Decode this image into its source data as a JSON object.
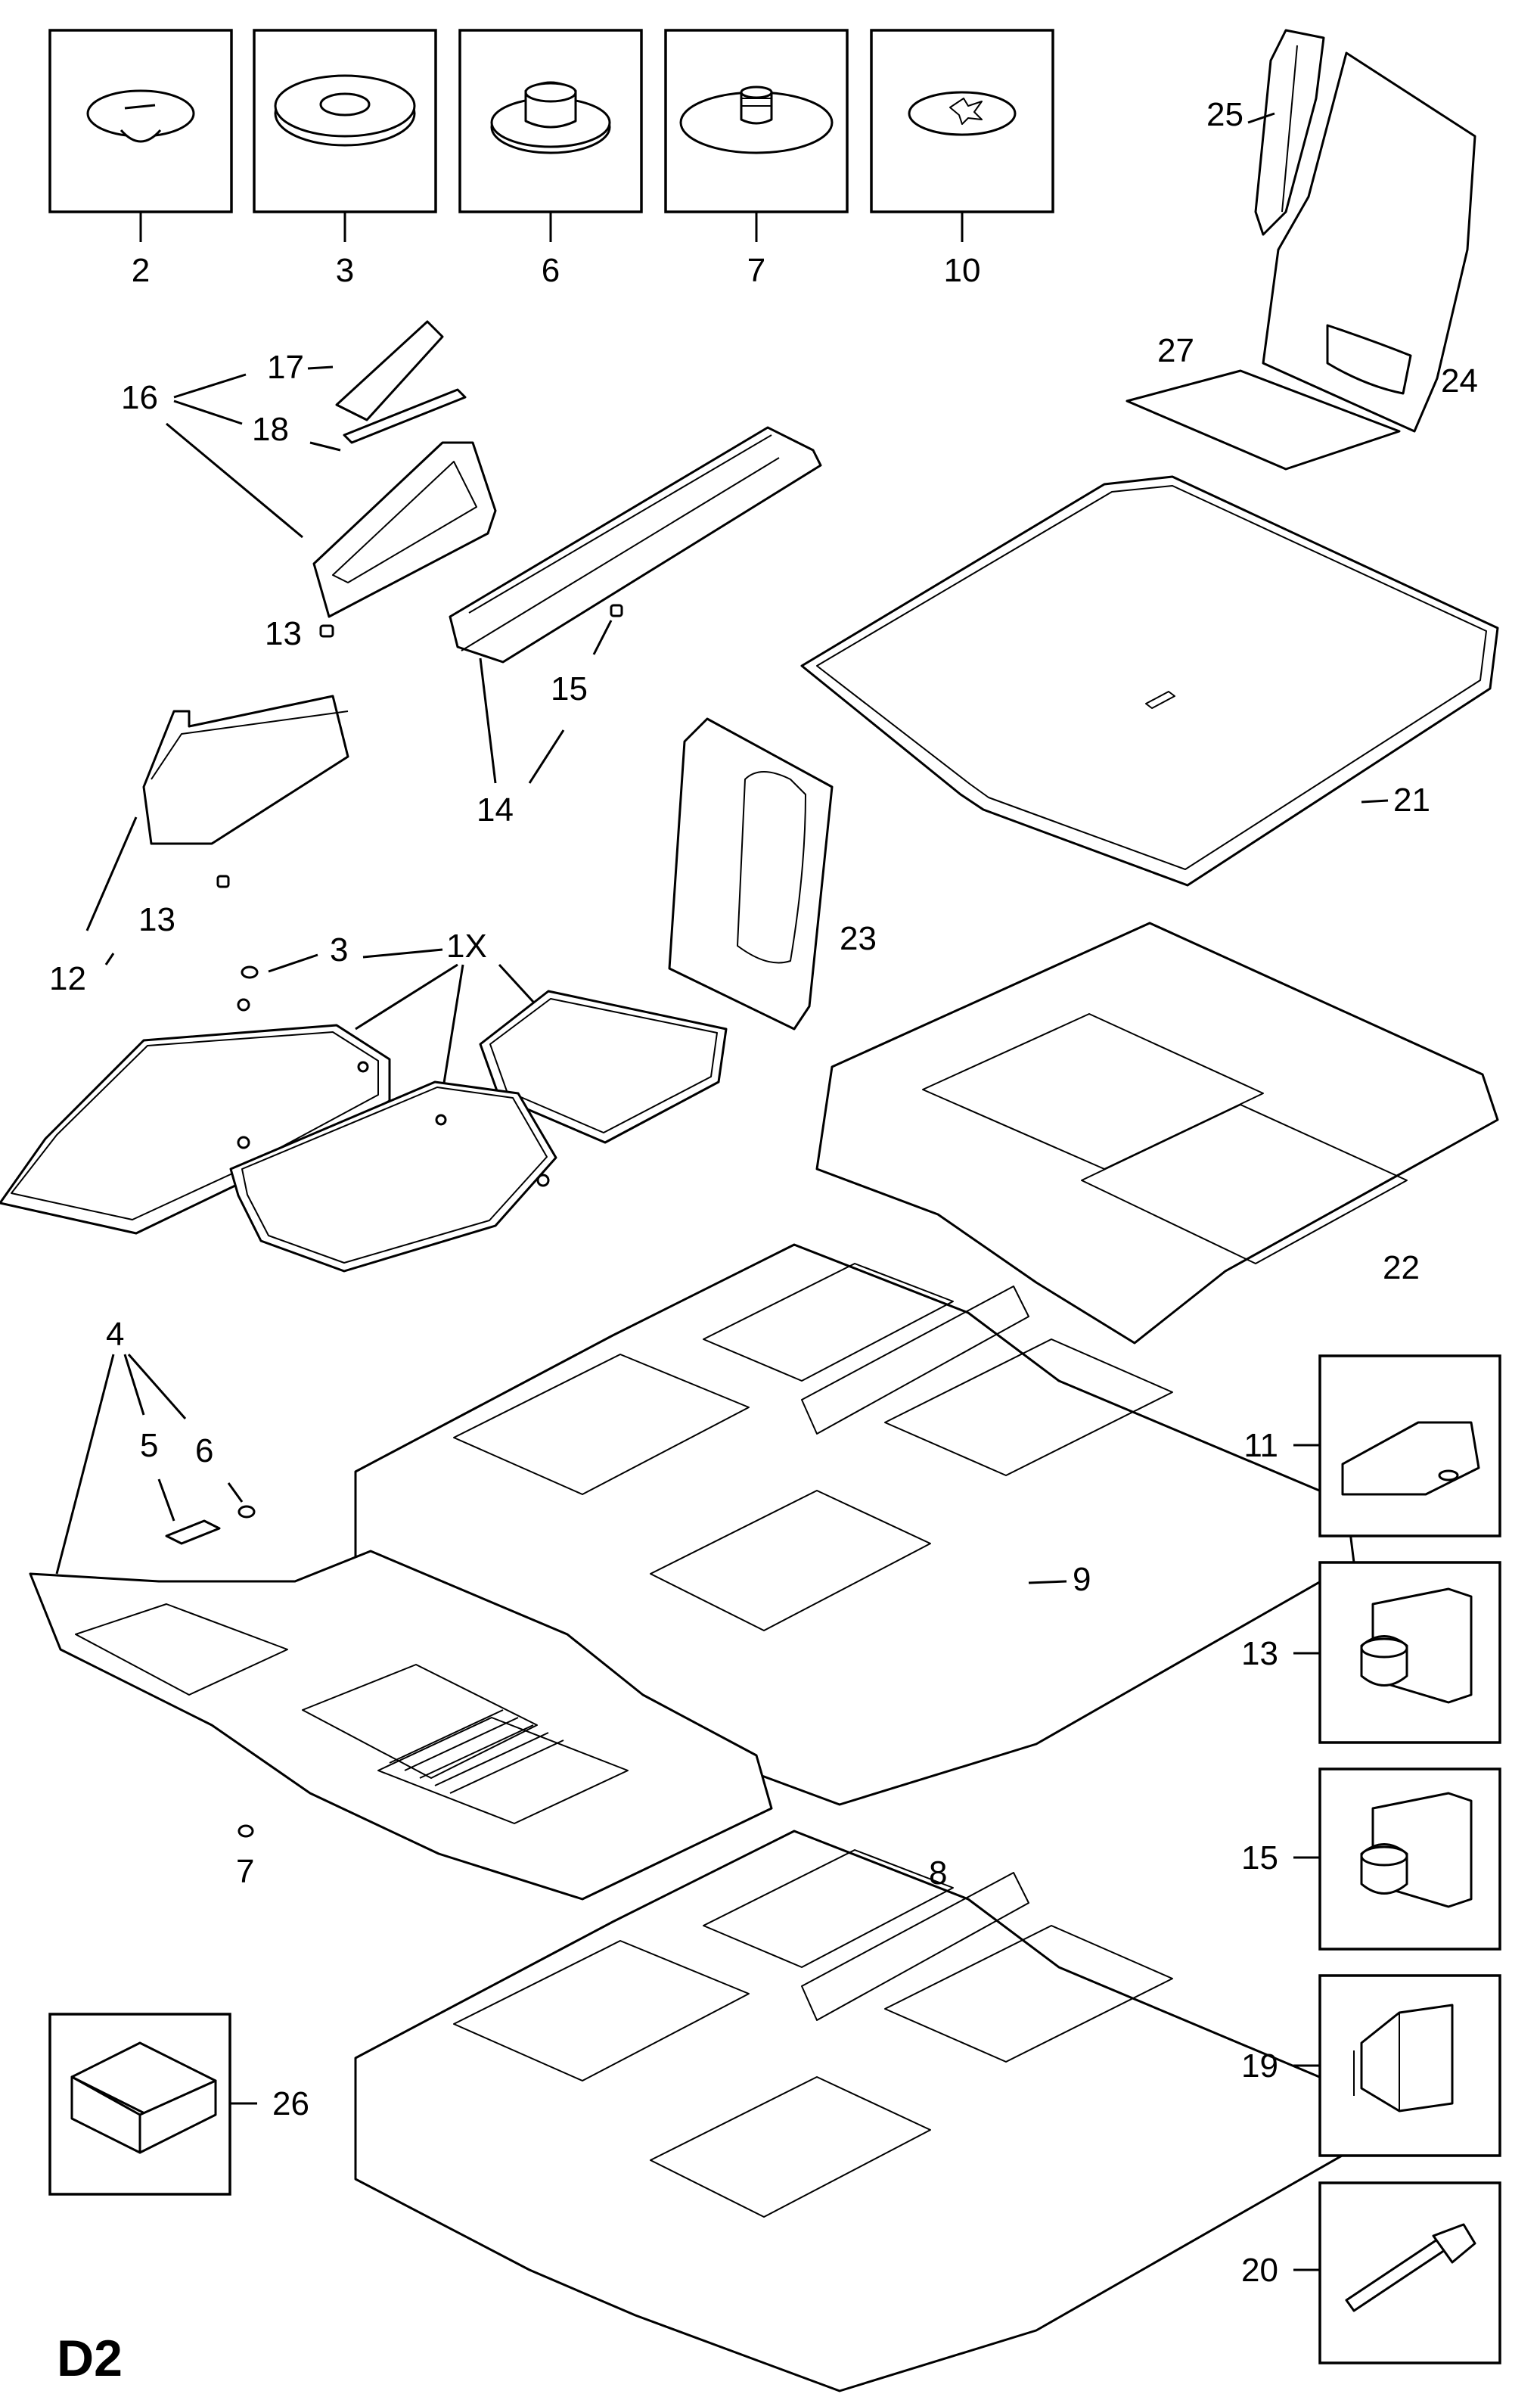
{
  "page": {
    "sheet_id": "D2"
  },
  "callouts": {
    "c1X": "1X",
    "c2": "2",
    "c3_top": "3",
    "c3_mat": "3",
    "c4": "4",
    "c5": "5",
    "c6_top": "6",
    "c6_mid": "6",
    "c7_top": "7",
    "c7_bottom": "7",
    "c8": "8",
    "c9": "9",
    "c10": "10",
    "c11": "11",
    "c12": "12",
    "c13_a": "13",
    "c13_b": "13",
    "c13_box": "13",
    "c14": "14",
    "c15": "15",
    "c15_box": "15",
    "c16": "16",
    "c17": "17",
    "c18": "18",
    "c19": "19",
    "c20": "20",
    "c21": "21",
    "c22": "22",
    "c23": "23",
    "c24": "24",
    "c25": "25",
    "c26": "26",
    "c27": "27"
  },
  "colors": {
    "line": "#000000",
    "background": "#ffffff"
  }
}
